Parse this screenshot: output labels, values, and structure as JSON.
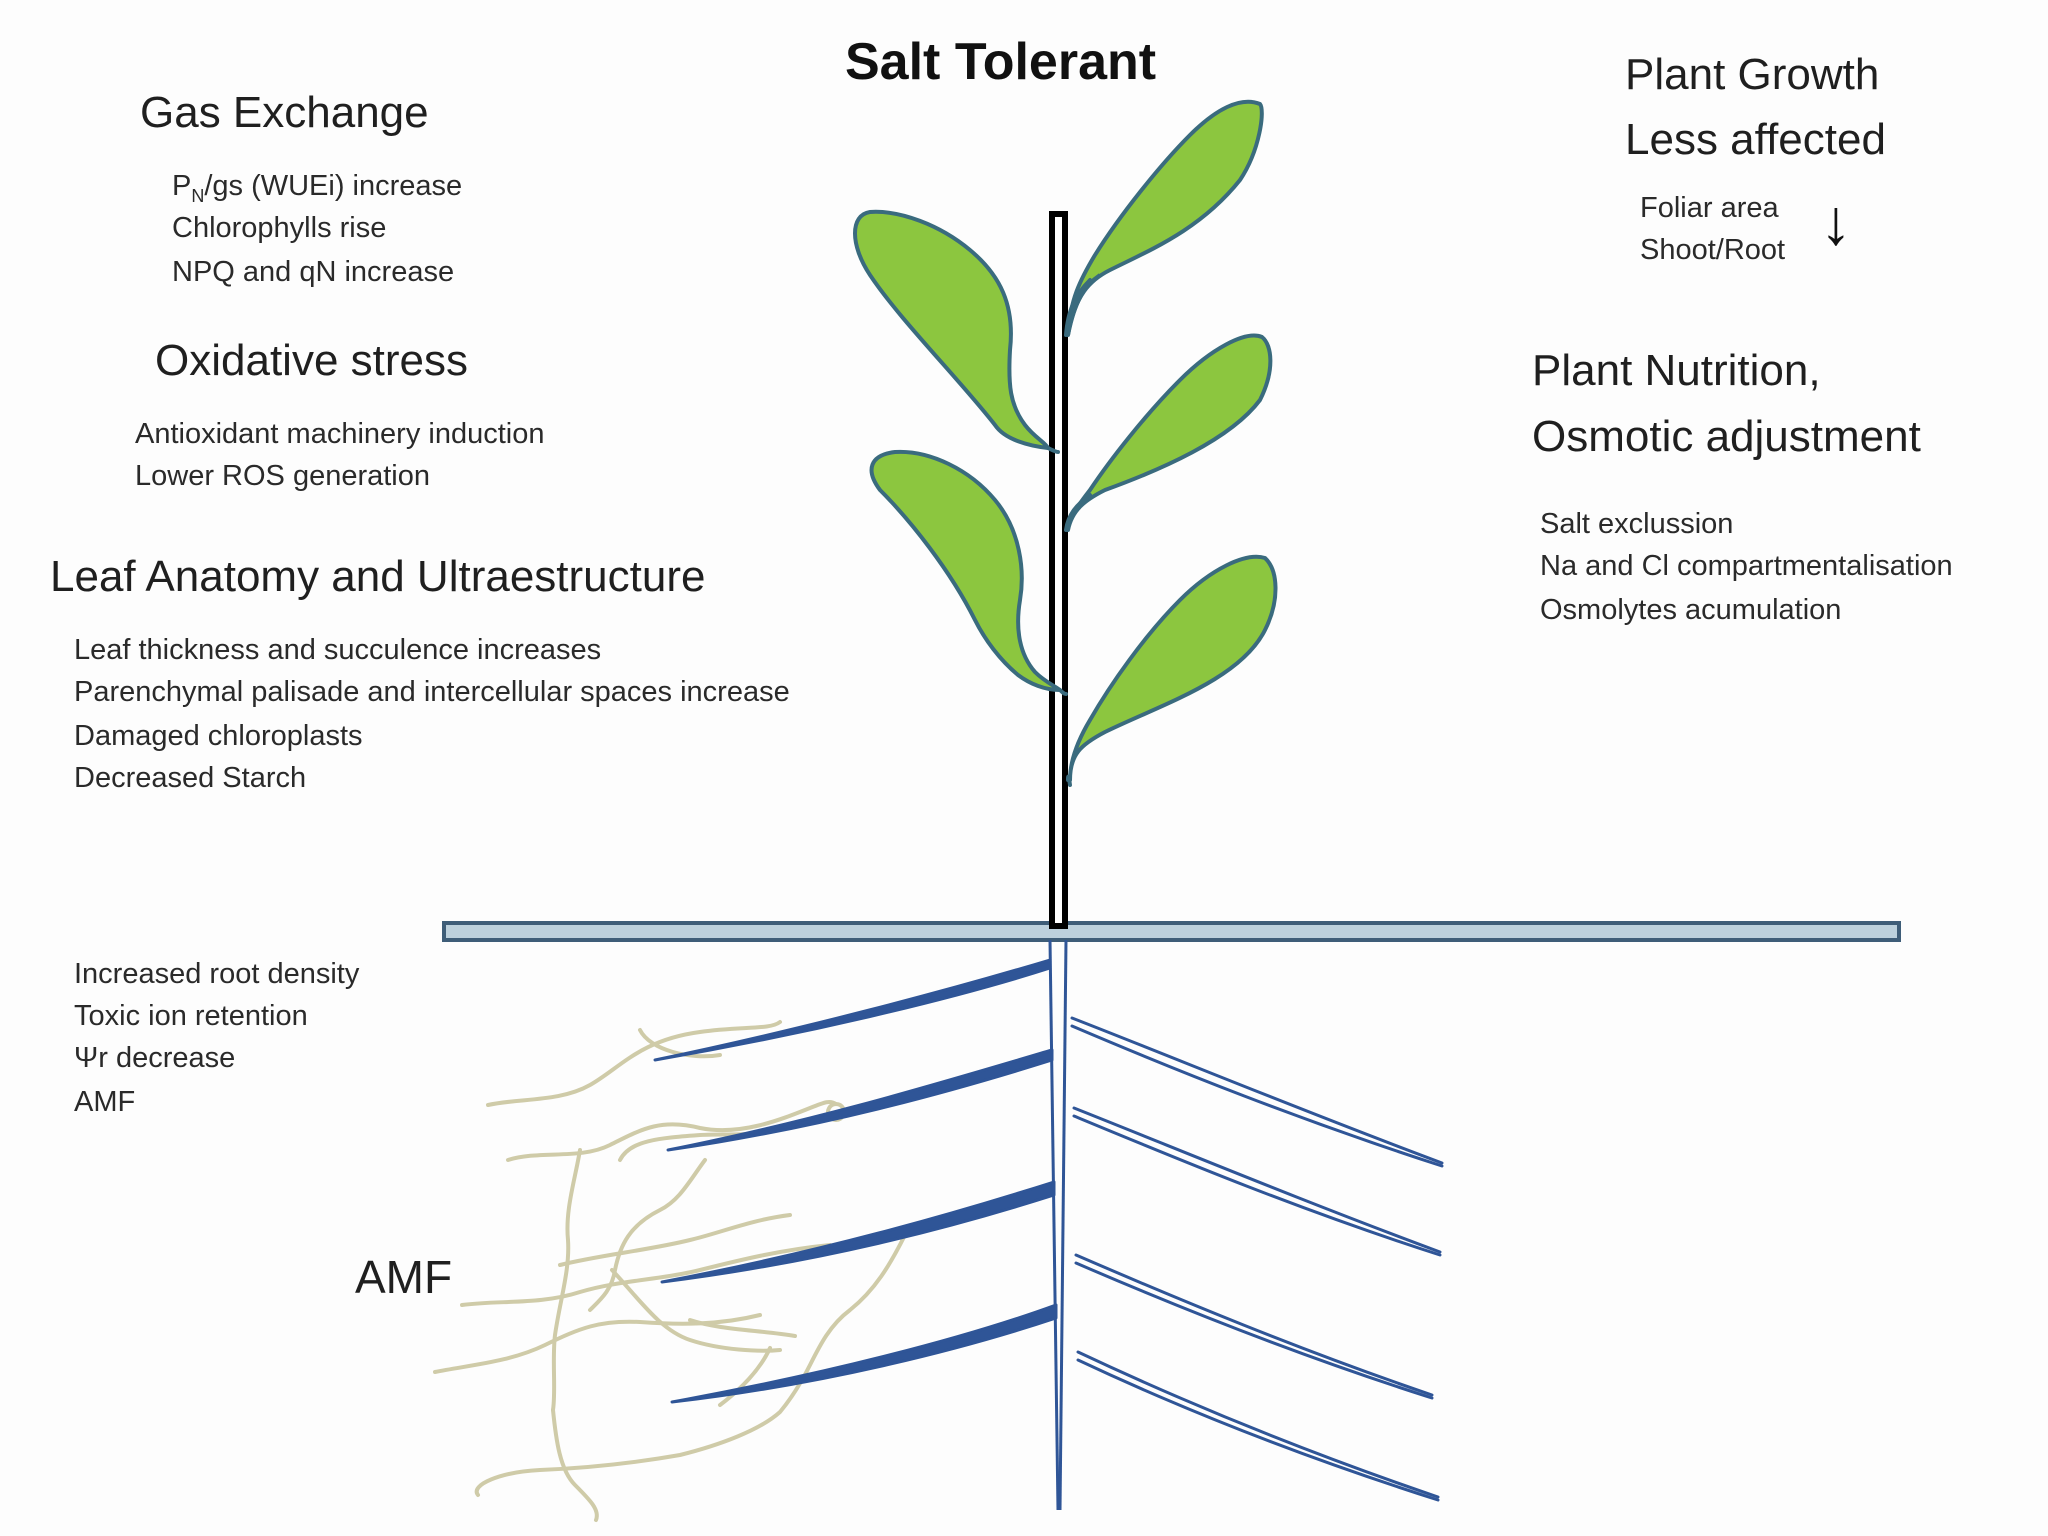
{
  "title": "Salt Tolerant",
  "gas_exchange": {
    "heading": "Gas Exchange",
    "items": [
      "PN/gs  (WUEi) increase",
      "Chlorophylls  rise",
      "NPQ and qN increase"
    ]
  },
  "oxidative_stress": {
    "heading": "Oxidative stress",
    "items": [
      "Antioxidant machinery induction",
      "Lower ROS generation"
    ]
  },
  "leaf_anatomy": {
    "heading": "Leaf Anatomy and Ultraestructure",
    "items": [
      "Leaf thickness and succulence increases",
      "Parenchymal palisade and intercellular spaces increase",
      "Damaged chloroplasts",
      "Decreased Starch"
    ]
  },
  "plant_growth": {
    "heading_line1": "Plant Growth",
    "heading_line2": "Less affected",
    "items": [
      "Foliar area",
      "Shoot/Root"
    ],
    "arrow": "↓"
  },
  "plant_nutrition": {
    "heading_line1": "Plant Nutrition,",
    "heading_line2": "Osmotic adjustment",
    "items": [
      "Salt exclussion",
      "Na and Cl compartmentalisation",
      "Osmolytes acumulation"
    ]
  },
  "root_effects": {
    "items": [
      "Increased root density",
      "Toxic ion retention",
      "Ψr decrease",
      "AMF"
    ]
  },
  "amf_label": "AMF",
  "colors": {
    "leaf_fill": "#8cc63f",
    "leaf_stroke": "#3a6b7e",
    "root": "#2f5597",
    "soil_line_fill": "#bcd0dc",
    "soil_line_stroke": "#3e5d78",
    "stem": "#000000",
    "hyphae": "#cfcba8"
  }
}
